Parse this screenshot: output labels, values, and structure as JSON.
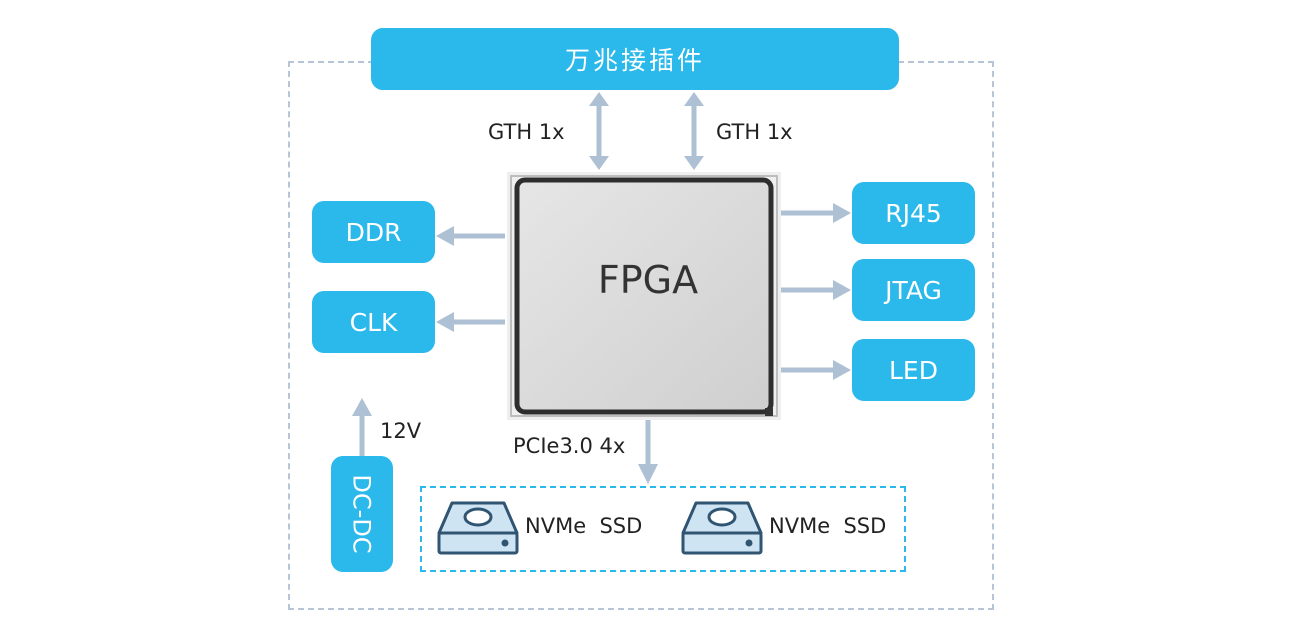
{
  "top_connector": "万兆接插件",
  "fpga": "FPGA",
  "left_outputs": {
    "ddr": "DDR",
    "clk": "CLK"
  },
  "right_outputs": {
    "rj45": "RJ45",
    "jtag": "JTAG",
    "led": "LED"
  },
  "power": {
    "module": "DC-DC",
    "voltage": "12V"
  },
  "links": {
    "gth_left": "GTH 1x",
    "gth_right": "GTH 1x",
    "pcie": "PCIe3.0 4x"
  },
  "storage": [
    {
      "label": "NVMe  SSD"
    },
    {
      "label": "NVMe  SSD"
    }
  ],
  "colors": {
    "block": "#2bb8ea",
    "arrow": "#aec0d3",
    "border": "#b6c6d6"
  }
}
